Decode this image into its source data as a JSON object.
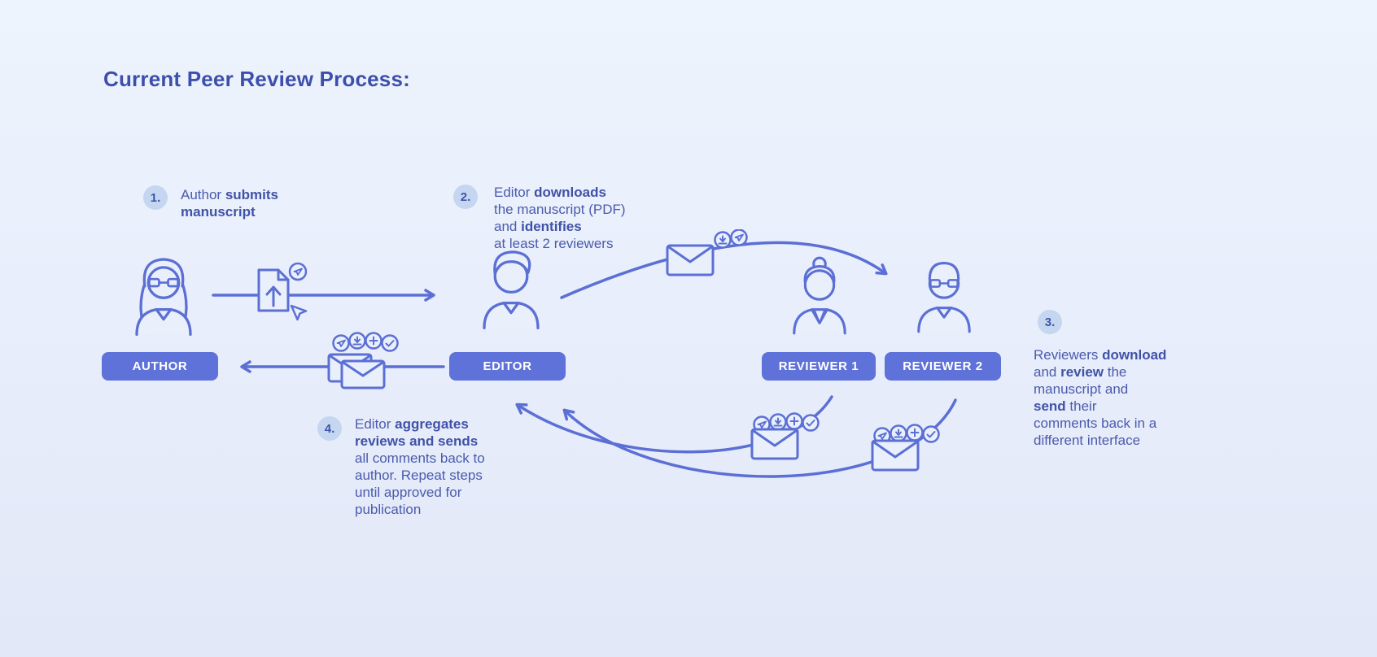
{
  "title": "Current Peer Review Process:",
  "colors": {
    "accent": "#5b6fd5",
    "label_bg": "#5f72d9",
    "text": "#4a5bad",
    "badge_bg": "#c5d6f1",
    "title": "#3d4fad"
  },
  "actors": [
    {
      "id": "author",
      "label": "AUTHOR"
    },
    {
      "id": "editor",
      "label": "EDITOR"
    },
    {
      "id": "reviewer1",
      "label": "REVIEWER 1"
    },
    {
      "id": "reviewer2",
      "label": "REVIEWER 2"
    }
  ],
  "steps": [
    {
      "num": "1.",
      "lines": [
        [
          "Author ",
          "submits"
        ],
        [
          "manuscript"
        ]
      ]
    },
    {
      "num": "2.",
      "lines": [
        [
          "Editor ",
          "downloads"
        ],
        [
          "the manuscript (PDF)"
        ],
        [
          "and ",
          "identifies"
        ],
        [
          "at least 2 reviewers"
        ]
      ]
    },
    {
      "num": "3.",
      "lines": [
        [
          "Reviewers ",
          "download"
        ],
        [
          "and ",
          "review",
          " the"
        ],
        [
          "manuscript and"
        ],
        [
          "send",
          " their"
        ],
        [
          "comments back in a"
        ],
        [
          "different interface"
        ]
      ]
    },
    {
      "num": "4.",
      "lines": [
        [
          "Editor ",
          "aggregates"
        ],
        [
          "reviews and sends"
        ],
        [
          "all comments back to"
        ],
        [
          "author. Repeat steps"
        ],
        [
          "until approved for"
        ],
        [
          "publication"
        ]
      ]
    }
  ],
  "icons": {
    "envelope": "✉",
    "download_badge": "↓",
    "send_badge": "✈",
    "plus_badge": "+",
    "check_badge": "✓",
    "manuscript_upload": "↑",
    "cursor": "➤"
  }
}
